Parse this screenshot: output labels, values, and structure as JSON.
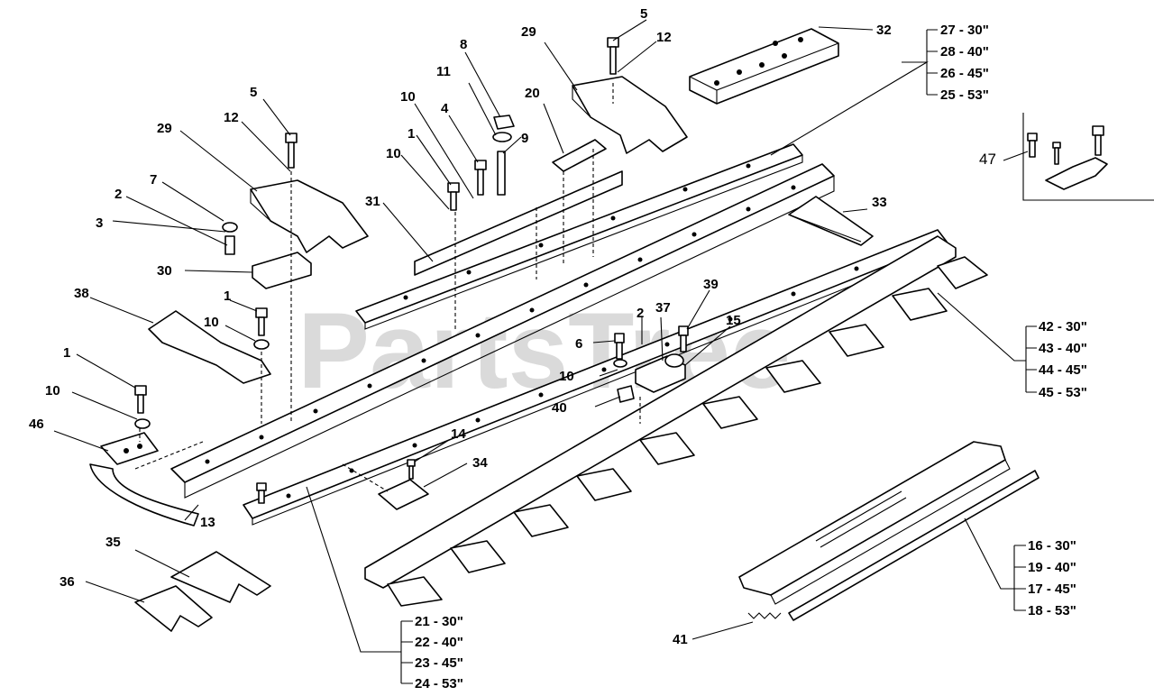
{
  "watermark": "PartsTree",
  "callouts": {
    "c1a": "1",
    "c1b": "1",
    "c1c": "1",
    "c2a": "2",
    "c2b": "2",
    "c3": "3",
    "c4": "4",
    "c5a": "5",
    "c5b": "5",
    "c6": "6",
    "c7": "7",
    "c8": "8",
    "c9": "9",
    "c10a": "10",
    "c10b": "10",
    "c10c": "10",
    "c10d": "10",
    "c10e": "10",
    "c11": "11",
    "c12a": "12",
    "c12b": "12",
    "c13": "13",
    "c14": "14",
    "c15": "15",
    "c20": "20",
    "c29a": "29",
    "c29b": "29",
    "c30": "30",
    "c31": "31",
    "c32": "32",
    "c33": "33",
    "c34": "34",
    "c35": "35",
    "c36": "36",
    "c37": "37",
    "c38": "38",
    "c39": "39",
    "c40": "40",
    "c41": "41",
    "c46": "46",
    "c47": "47"
  },
  "size_groups": {
    "group_top": [
      "27 - 30\"",
      "28 - 40\"",
      "26 - 45\"",
      "25 - 53\""
    ],
    "group_right": [
      "42 - 30\"",
      "43 - 40\"",
      "44 - 45\"",
      "45 - 53\""
    ],
    "group_sickle": [
      "16 - 30\"",
      "19 - 40\"",
      "17 - 45\"",
      "18 - 53\""
    ],
    "group_bottom": [
      "21 - 30\"",
      "22 - 40\"",
      "23 - 45\"",
      "24 - 53\""
    ]
  }
}
